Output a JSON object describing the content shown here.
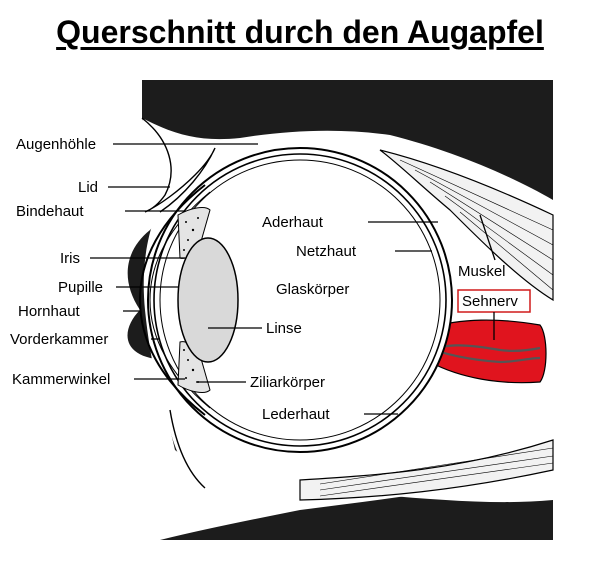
{
  "title": "Querschnitt durch den Augapfel",
  "labels": {
    "augenhoehle": "Augenhöhle",
    "lid": "Lid",
    "bindehaut": "Bindehaut",
    "iris": "Iris",
    "pupille": "Pupille",
    "hornhaut": "Hornhaut",
    "vorderkammer": "Vorderkammer",
    "kammerwinkel": "Kammerwinkel",
    "aderhaut": "Aderhaut",
    "netzhaut": "Netzhaut",
    "glaskoerper": "Glaskörper",
    "linse": "Linse",
    "ziliarkoerper": "Ziliarkörper",
    "lederhaut": "Lederhaut",
    "muskel": "Muskel",
    "sehnerv": "Sehnerv"
  },
  "colors": {
    "orbit": "#1c1c1c",
    "optic_nerve": "#e0141e",
    "lens": "#d9d9d9",
    "highlight_box": "#d01a1a"
  }
}
